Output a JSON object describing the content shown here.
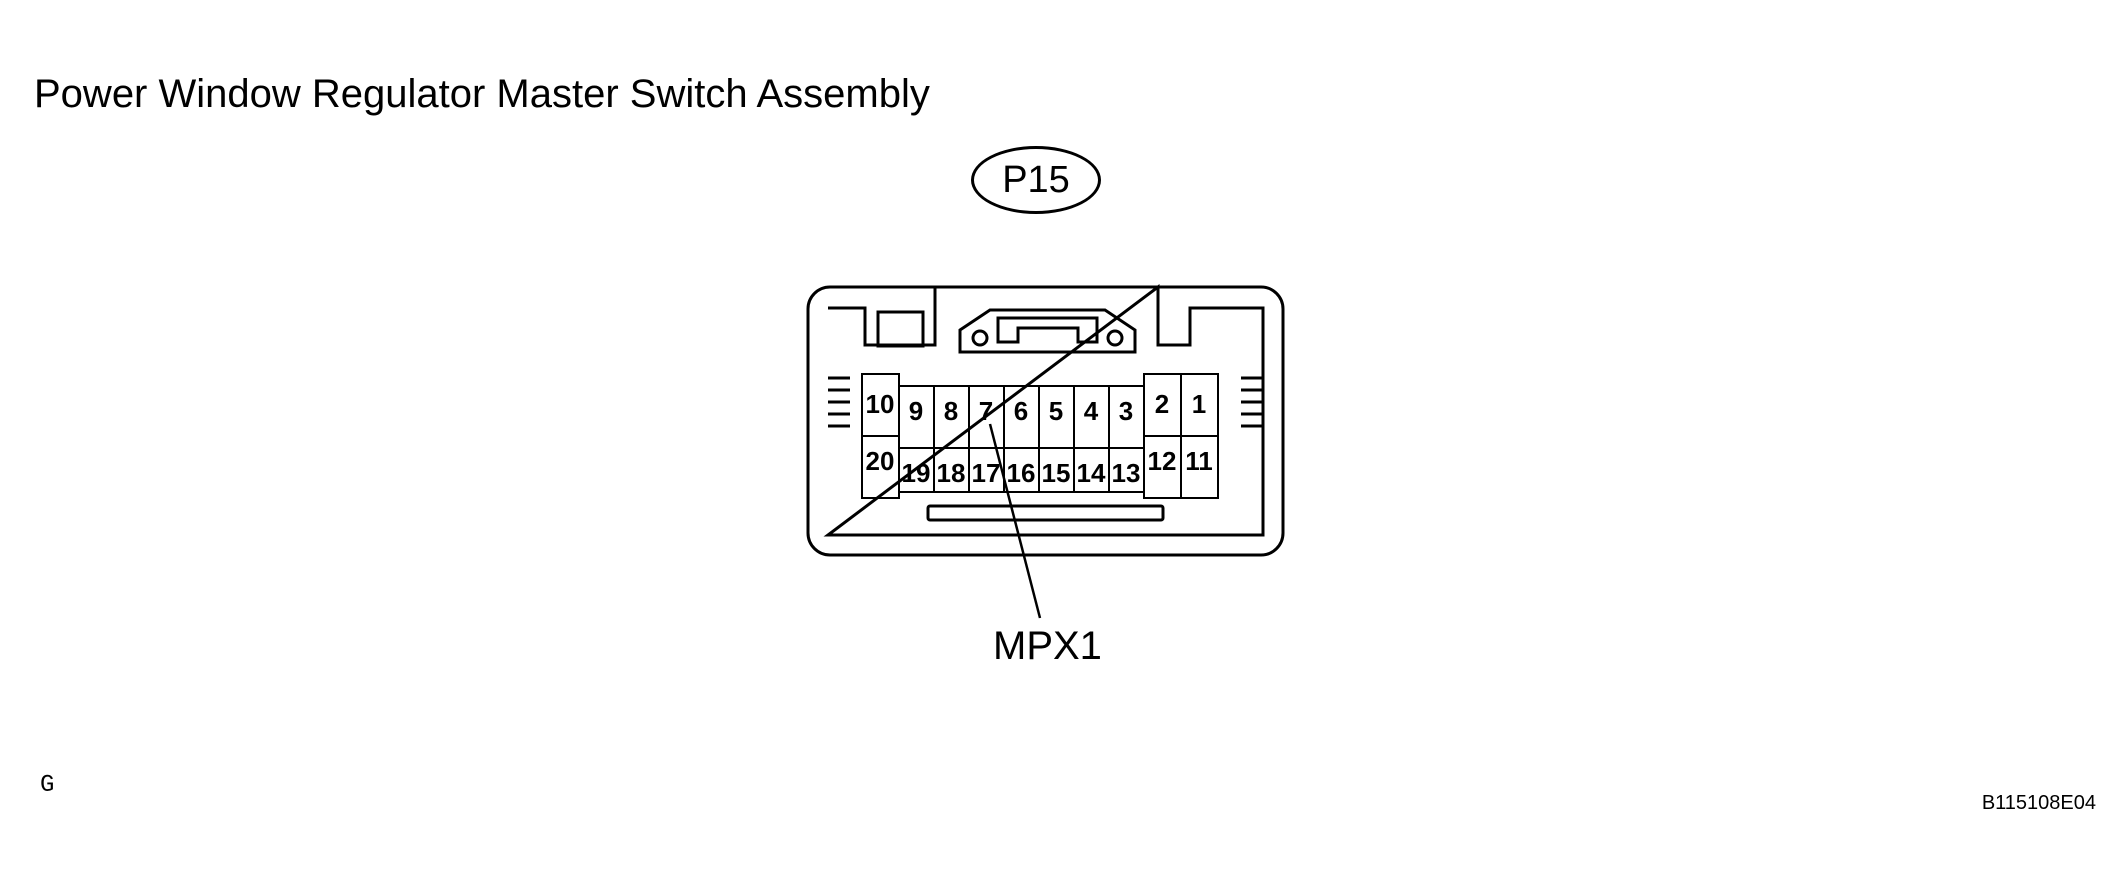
{
  "title": "Power Window Regulator Master Switch Assembly",
  "connector_code": "P15",
  "callout": {
    "label": "MPX1",
    "pin": "7"
  },
  "corner_letter": "G",
  "figure_code": "B115108E04",
  "pins": {
    "top_left": [
      "10"
    ],
    "top_middle": [
      "9",
      "8",
      "7",
      "6",
      "5",
      "4",
      "3"
    ],
    "top_right": [
      "2",
      "1"
    ],
    "bottom_left": [
      "20"
    ],
    "bottom_middle": [
      "19",
      "18",
      "17",
      "16",
      "15",
      "14",
      "13"
    ],
    "bottom_right": [
      "12",
      "11"
    ]
  }
}
